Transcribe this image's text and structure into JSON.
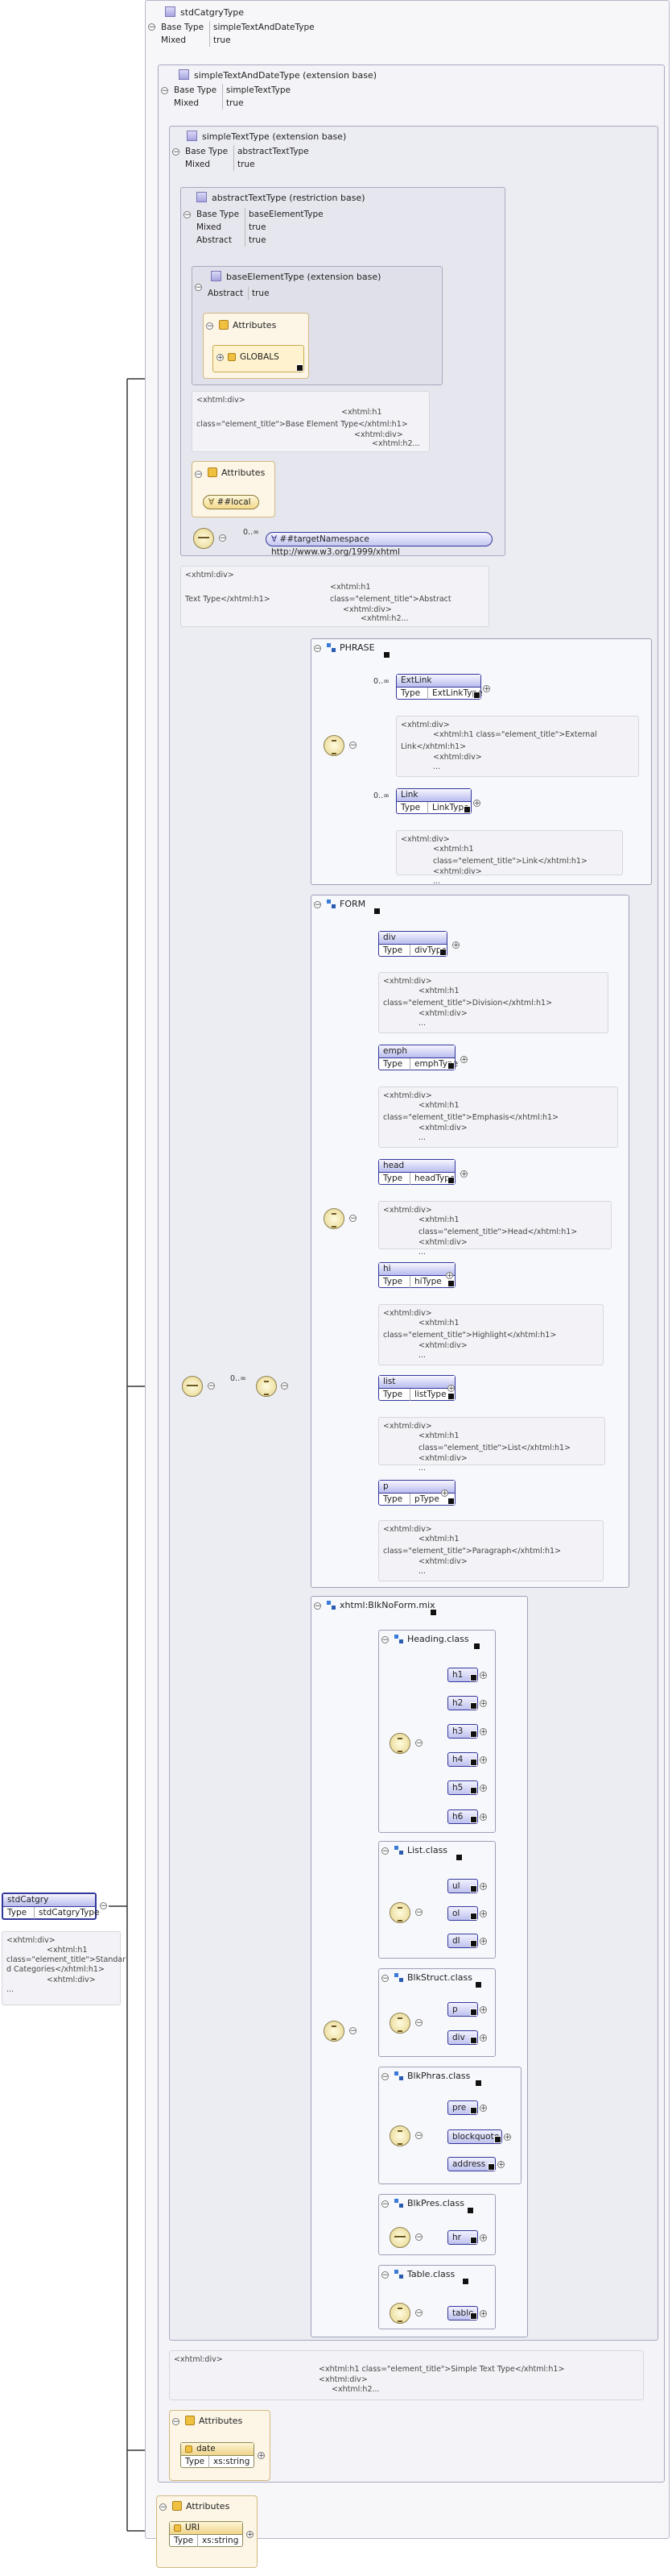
{
  "root": {
    "title": "stdCatgryType",
    "props": [
      {
        "key": "Base Type",
        "value": "simpleTextAndDateType"
      },
      {
        "key": "Mixed",
        "value": "true"
      }
    ]
  },
  "extTextAndDate": {
    "title": "simpleTextAndDateType (extension base)",
    "props": [
      {
        "key": "Base Type",
        "value": "simpleTextType"
      },
      {
        "key": "Mixed",
        "value": "true"
      }
    ]
  },
  "extText": {
    "title": "simpleTextType (extension base)",
    "props": [
      {
        "key": "Base Type",
        "value": "abstractTextType"
      },
      {
        "key": "Mixed",
        "value": "true"
      }
    ]
  },
  "restrAbstract": {
    "title": "abstractTextType (restriction base)",
    "props": [
      {
        "key": "Base Type",
        "value": "baseElementType"
      },
      {
        "key": "Mixed",
        "value": "true"
      },
      {
        "key": "Abstract",
        "value": "true"
      }
    ]
  },
  "extBaseElement": {
    "title": "baseElementType (extension base)",
    "props": [
      {
        "key": "Abstract",
        "value": "true"
      }
    ],
    "attributes_label": "Attributes",
    "globals_label": "GLOBALS"
  },
  "docs": {
    "baseElement": [
      "<xhtml:div>",
      "<xhtml:h1",
      "class=\"element_title\">Base Element Type</xhtml:h1>",
      "<xhtml:div>",
      "<xhtml:h2..."
    ],
    "abstractText": [
      "<xhtml:div>",
      "<xhtml:h1 class=\"element_title\">Abstract",
      "Text Type</xhtml:h1>",
      "<xhtml:div>",
      "<xhtml:h2..."
    ],
    "extLink": [
      "<xhtml:div>",
      "<xhtml:h1 class=\"element_title\">External",
      "Link</xhtml:h1>",
      "<xhtml:div>",
      "..."
    ],
    "link": [
      "<xhtml:div>",
      "<xhtml:h1 class=\"element_title\">Link</xhtml:h1>",
      "<xhtml:div>",
      "..."
    ],
    "div": [
      "<xhtml:div>",
      "<xhtml:h1",
      "class=\"element_title\">Division</xhtml:h1>",
      "<xhtml:div>",
      "..."
    ],
    "emph": [
      "<xhtml:div>",
      "<xhtml:h1",
      "class=\"element_title\">Emphasis</xhtml:h1>",
      "<xhtml:div>",
      "..."
    ],
    "head": [
      "<xhtml:div>",
      "<xhtml:h1 class=\"element_title\">Head</xhtml:h1>",
      "<xhtml:div>",
      "..."
    ],
    "hi": [
      "<xhtml:div>",
      "<xhtml:h1",
      "class=\"element_title\">Highlight</xhtml:h1>",
      "<xhtml:div>",
      "..."
    ],
    "list": [
      "<xhtml:div>",
      "<xhtml:h1 class=\"element_title\">List</xhtml:h1>",
      "<xhtml:div>",
      "..."
    ],
    "p": [
      "<xhtml:div>",
      "<xhtml:h1",
      "class=\"element_title\">Paragraph</xhtml:h1>",
      "<xhtml:div>",
      "..."
    ],
    "simpleText": [
      "<xhtml:div>",
      "<xhtml:h1 class=\"element_title\">Simple Text Type</xhtml:h1>",
      "<xhtml:div>",
      "<xhtml:h2..."
    ],
    "stdCatgry": [
      "<xhtml:div>",
      "<xhtml:h1",
      "class=\"element_title\">Standar",
      "d Categories</xhtml:h1>",
      "<xhtml:div>",
      "..."
    ]
  },
  "attrLocal": {
    "label": "Attributes",
    "wildcard": "##local"
  },
  "anyWildcard": {
    "occurs": "0..∞",
    "label": "##targetNamespace http://www.w3.org/1999/xhtml"
  },
  "phrase": {
    "title": "PHRASE",
    "items": [
      {
        "occurs": "0..∞",
        "name": "ExtLink",
        "type_key": "Type",
        "type": "ExtLinkType"
      },
      {
        "occurs": "0..∞",
        "name": "Link",
        "type_key": "Type",
        "type": "LinkType"
      }
    ]
  },
  "form": {
    "title": "FORM",
    "items": [
      {
        "name": "div",
        "type_key": "Type",
        "type": "divType"
      },
      {
        "name": "emph",
        "type_key": "Type",
        "type": "emphType"
      },
      {
        "name": "head",
        "type_key": "Type",
        "type": "headType"
      },
      {
        "name": "hi",
        "type_key": "Type",
        "type": "hiType"
      },
      {
        "name": "list",
        "type_key": "Type",
        "type": "listType"
      },
      {
        "name": "p",
        "type_key": "Type",
        "type": "pType"
      }
    ]
  },
  "seqOccurs": "0..∞",
  "blkNoForm": {
    "title": "xhtml:BlkNoForm.mix",
    "heading": {
      "title": "Heading.class",
      "items": [
        "h1",
        "h2",
        "h3",
        "h4",
        "h5",
        "h6"
      ]
    },
    "list": {
      "title": "List.class",
      "items": [
        "ul",
        "ol",
        "dl"
      ]
    },
    "blkstruct": {
      "title": "BlkStruct.class",
      "items": [
        "p",
        "div"
      ]
    },
    "blkphras": {
      "title": "BlkPhras.class",
      "items": [
        "pre",
        "blockquote",
        "address"
      ]
    },
    "blkpres": {
      "title": "BlkPres.class",
      "items": [
        "hr"
      ]
    },
    "table": {
      "title": "Table.class",
      "items": [
        "table"
      ]
    }
  },
  "dateAttr": {
    "label": "Attributes",
    "name": "date",
    "type_key": "Type",
    "type": "xs:string"
  },
  "uriAttr": {
    "label": "Attributes",
    "name": "URI",
    "type_key": "Type",
    "type": "xs:string"
  },
  "stdCatgry": {
    "name": "stdCatgry",
    "type_key": "Type",
    "type": "stdCatgryType"
  }
}
